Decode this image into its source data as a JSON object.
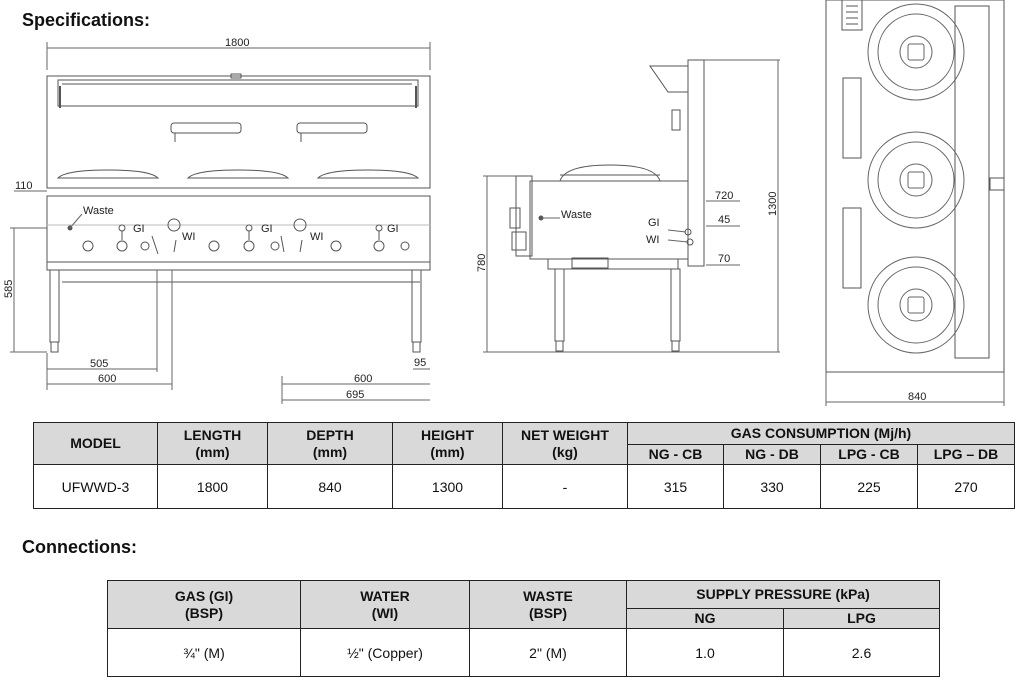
{
  "headings": {
    "specifications": "Specifications:",
    "connections": "Connections:"
  },
  "drawing": {
    "front": {
      "width": "1800",
      "top_offset": "110",
      "leg_height": "585",
      "inner_width": "505",
      "base_width": "600",
      "foot": "95",
      "waste": "Waste",
      "gi": "GI",
      "wi": "WI"
    },
    "side": {
      "depth_base": "600",
      "depth": "695",
      "height": "780",
      "overall_height": "1300",
      "d720": "720",
      "d45": "45",
      "d70": "70",
      "waste": "Waste",
      "gi": "GI",
      "wi": "WI"
    },
    "top": {
      "depth": "840"
    }
  },
  "spec_table": {
    "headers": {
      "model": "MODEL",
      "length": [
        "LENGTH",
        "(mm)"
      ],
      "depth": [
        "DEPTH",
        "(mm)"
      ],
      "height": [
        "HEIGHT",
        "(mm)"
      ],
      "weight": [
        "NET WEIGHT",
        "(kg)"
      ],
      "gas": "GAS CONSUMPTION (Mj/h)",
      "gas_sub": [
        "NG - CB",
        "NG - DB",
        "LPG - CB",
        "LPG – DB"
      ]
    },
    "row": {
      "model": "UFWWD-3",
      "length": "1800",
      "depth": "840",
      "height": "1300",
      "weight": "-",
      "gas": [
        "315",
        "330",
        "225",
        "270"
      ]
    }
  },
  "conn_table": {
    "headers": {
      "gas": [
        "GAS (GI)",
        "(BSP)"
      ],
      "water": [
        "WATER",
        "(WI)"
      ],
      "waste": [
        "WASTE",
        "(BSP)"
      ],
      "pressure": "SUPPLY PRESSURE (kPa)",
      "pressure_sub": [
        "NG",
        "LPG"
      ]
    },
    "row": {
      "gas": "¾\" (M)",
      "water": "½\" (Copper)",
      "waste": "2\" (M)",
      "ng": "1.0",
      "lpg": "2.6"
    }
  }
}
